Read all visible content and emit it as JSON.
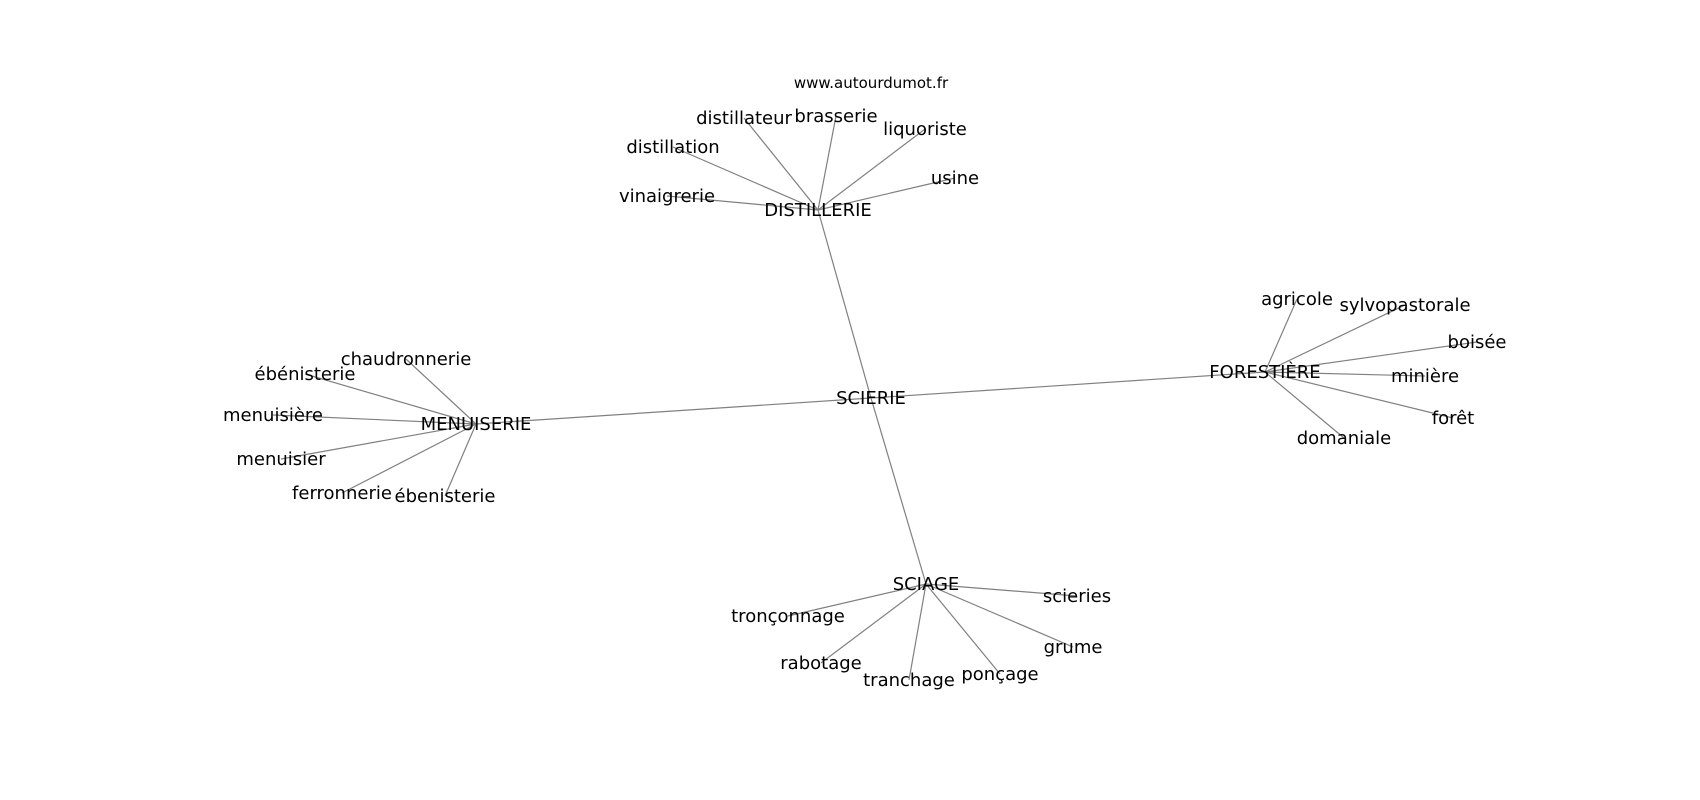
{
  "watermark": "www.autourdumot.fr",
  "graph": {
    "center": "SCIERIE",
    "clusters": [
      {
        "hub": "DISTILLERIE",
        "leaves": [
          "distillateur",
          "brasserie",
          "liquoriste",
          "distillation",
          "usine",
          "vinaigrerie"
        ]
      },
      {
        "hub": "FORESTIÈRE",
        "leaves": [
          "agricole",
          "sylvopastorale",
          "boisée",
          "minière",
          "forêt",
          "domaniale"
        ]
      },
      {
        "hub": "MENUISERIE",
        "leaves": [
          "chaudronnerie",
          "ébénisterie",
          "menuisière",
          "menuisier",
          "ferronnerie",
          "ébenisterie"
        ]
      },
      {
        "hub": "SCIAGE",
        "leaves": [
          "scieries",
          "tronçonnage",
          "grume",
          "rabotage",
          "ponçage",
          "tranchage"
        ]
      }
    ]
  },
  "colors": {
    "edge": "#808080",
    "text": "#000000",
    "background": "#ffffff"
  }
}
